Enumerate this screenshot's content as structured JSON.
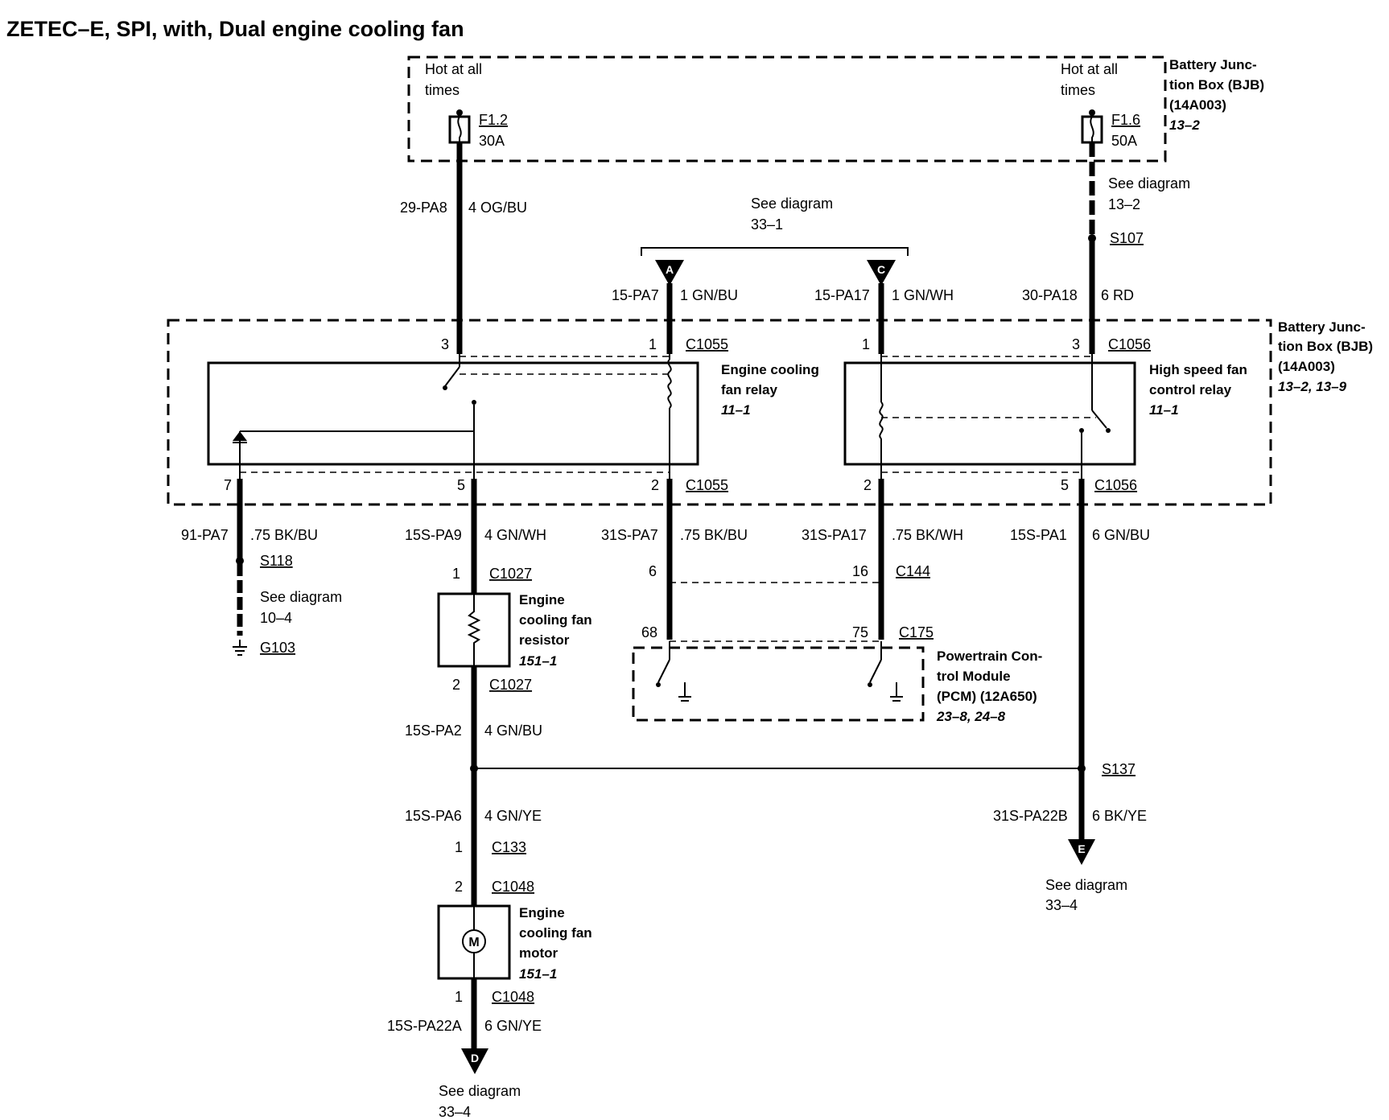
{
  "title": "ZETEC–E, SPI, with, Dual engine cooling fan",
  "bjb_top": {
    "name": [
      "Battery Junc-",
      "tion Box (BJB)",
      "(14A003)"
    ],
    "ref": "13–2"
  },
  "bjb_mid": {
    "name": [
      "Battery Junc-",
      "tion Box (BJB)",
      "(14A003)"
    ],
    "ref": "13–2, 13–9"
  },
  "fuse1": {
    "hot": [
      "Hot at all",
      "times"
    ],
    "id": "F1.2",
    "rating": "30A"
  },
  "fuse2": {
    "hot": [
      "Hot at all",
      "times"
    ],
    "id": "F1.6",
    "rating": "50A"
  },
  "see_diagrams": {
    "top_right": [
      "See diagram",
      "13–2"
    ],
    "top_center": [
      "See diagram",
      "33–1"
    ],
    "ground": [
      "See diagram",
      "10–4"
    ],
    "right_bottom": [
      "See diagram",
      "33–4"
    ],
    "bottom": [
      "See diagram",
      "33–4"
    ]
  },
  "splices": {
    "s107": "S107",
    "s118": "S118",
    "s137": "S137",
    "g103": "G103"
  },
  "connectors_letters": {
    "a": "A",
    "c": "C",
    "e": "E",
    "d": "D"
  },
  "wires": {
    "w1": {
      "circuit": "29-PA8",
      "spec": "4 OG/BU"
    },
    "w2": {
      "circuit": "15-PA7",
      "spec": "1 GN/BU"
    },
    "w3": {
      "circuit": "15-PA17",
      "spec": "1 GN/WH"
    },
    "w4": {
      "circuit": "30-PA18",
      "spec": "6 RD"
    },
    "w5": {
      "circuit": "91-PA7",
      "spec": ".75 BK/BU"
    },
    "w6": {
      "circuit": "15S-PA9",
      "spec": "4 GN/WH"
    },
    "w7": {
      "circuit": "31S-PA7",
      "spec": ".75 BK/BU"
    },
    "w8": {
      "circuit": "31S-PA17",
      "spec": ".75 BK/WH"
    },
    "w9": {
      "circuit": "15S-PA1",
      "spec": "6 GN/BU"
    },
    "w10": {
      "circuit": "15S-PA2",
      "spec": "4 GN/BU"
    },
    "w11": {
      "circuit": "15S-PA6",
      "spec": "4 GN/YE"
    },
    "w12": {
      "circuit": "31S-PA22B",
      "spec": "6 BK/YE"
    },
    "w13": {
      "circuit": "15S-PA22A",
      "spec": "6 GN/YE"
    }
  },
  "pins": {
    "r1_3": "3",
    "r1_1": "1",
    "r1_c_top": "C1055",
    "r2_1": "1",
    "r2_3": "3",
    "r2_c_top": "C1056",
    "r1_7": "7",
    "r1_5": "5",
    "r1_2": "2",
    "r1_c_bot": "C1055",
    "r2_2": "2",
    "r2_5": "5",
    "r2_c_bot": "C1056",
    "res_1": "1",
    "res_c1": "C1027",
    "res_2": "2",
    "res_c2": "C1027",
    "c144_6": "6",
    "c144_16": "16",
    "c144": "C144",
    "c175_68": "68",
    "c175_75": "75",
    "c175": "C175",
    "c133_1": "1",
    "c133": "C133",
    "mot_2": "2",
    "mot_c1": "C1048",
    "mot_1": "1",
    "mot_c2": "C1048"
  },
  "relay1": {
    "name": [
      "Engine cooling",
      "fan relay"
    ],
    "ref": "11–1"
  },
  "relay2": {
    "name": [
      "High speed fan",
      "control relay"
    ],
    "ref": "11–1"
  },
  "resistor": {
    "name": [
      "Engine",
      "cooling fan",
      "resistor"
    ],
    "ref": "151–1"
  },
  "motor": {
    "name": [
      "Engine",
      "cooling fan",
      "motor"
    ],
    "ref": "151–1",
    "symbol": "M"
  },
  "pcm": {
    "name": [
      "Powertrain Con-",
      "trol Module",
      "(PCM) (12A650)"
    ],
    "ref": "23–8, 24–8"
  }
}
